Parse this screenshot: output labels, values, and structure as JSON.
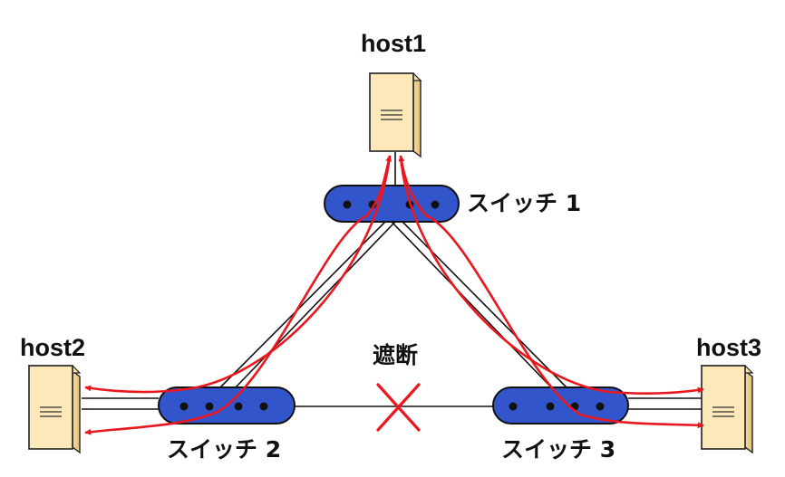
{
  "hosts": {
    "host1": "host1",
    "host2": "host2",
    "host3": "host3"
  },
  "switches": {
    "switch1": "スイッチ 1",
    "switch2": "スイッチ 2",
    "switch3": "スイッチ 3"
  },
  "blocked_label": "遮断",
  "colors": {
    "switch_fill": "#3355cc",
    "host_fill": "#fce8b8",
    "flow_arrow": "#e8181e",
    "blocked_mark": "#e8181e",
    "link": "#111111"
  }
}
